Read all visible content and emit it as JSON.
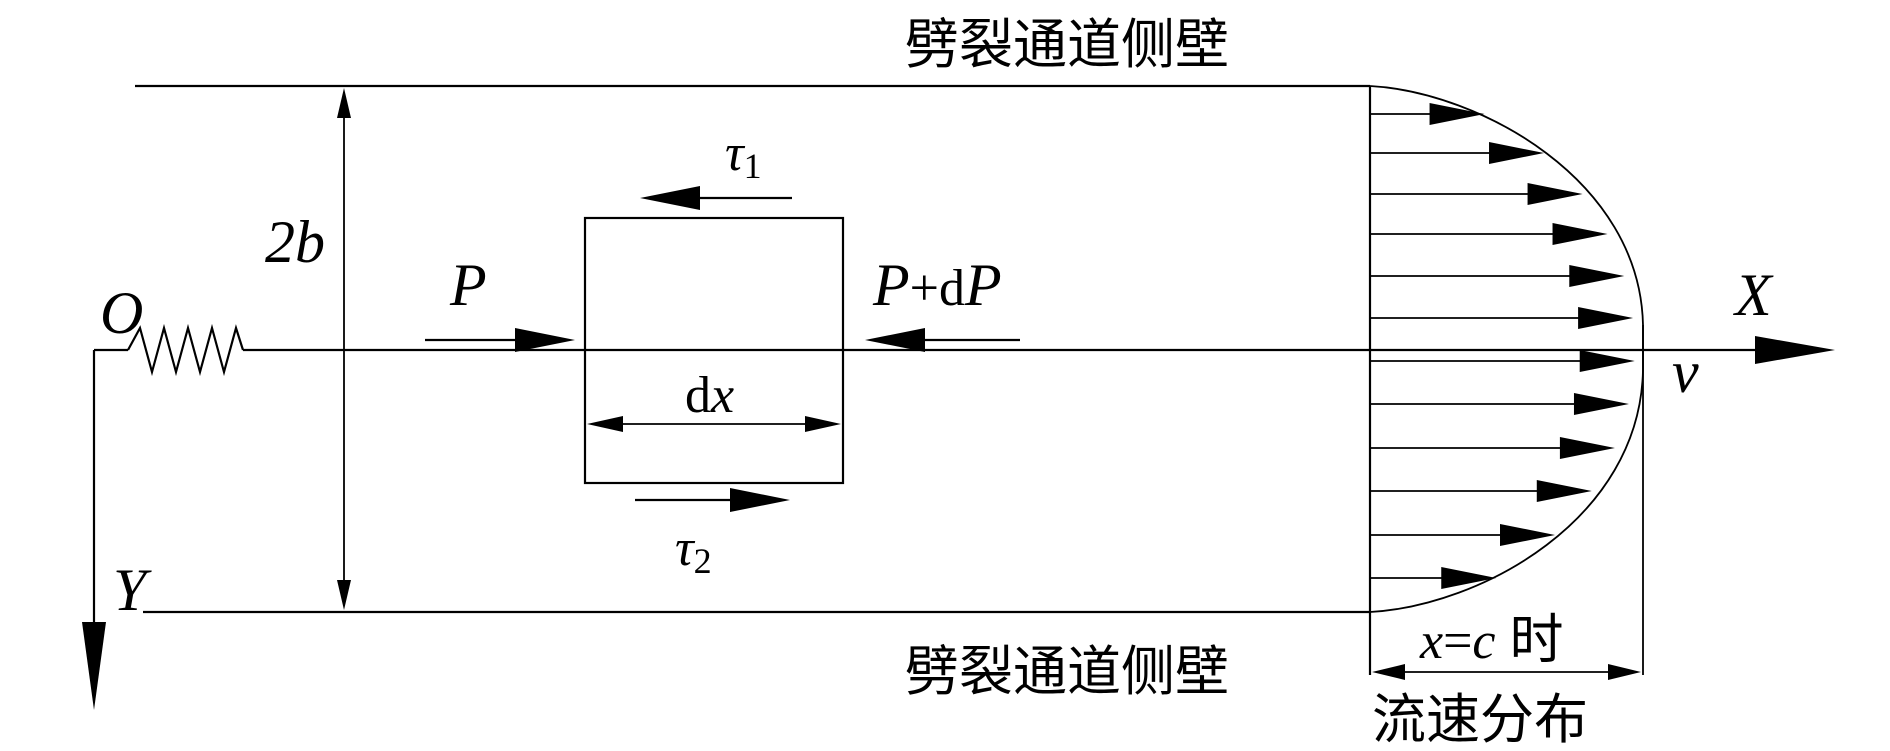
{
  "labels": {
    "top_wall": "劈裂通道侧壁",
    "bottom_wall": "劈裂通道侧壁",
    "width": "2b",
    "origin": "O",
    "x_axis": "X",
    "y_axis": "Y",
    "pressure_left": "P",
    "pressure_right_p1": "P",
    "pressure_right_mid": "+d",
    "pressure_right_p2": "P",
    "element_width_d": "d",
    "element_width_x": "x",
    "tau": "τ",
    "tau1_sub": "1",
    "tau2_sub": "2",
    "velocity": "v",
    "at_x_c_x": "x",
    "at_x_c_eq": "=",
    "at_x_c_c": "c",
    "at_x_c_time": "时",
    "flow_distribution": "流速分布"
  }
}
